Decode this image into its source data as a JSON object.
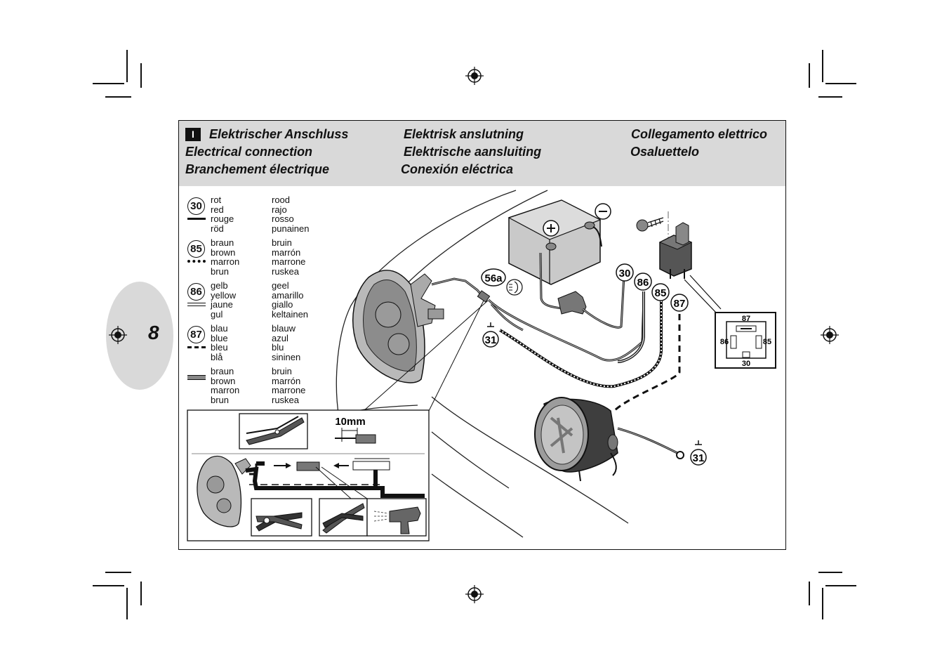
{
  "page": {
    "number": "8"
  },
  "header": {
    "badge": "I",
    "titles": [
      "Elektrischer Anschluss",
      "Elektrisk anslutning",
      "Collegamento elettrico",
      "Electrical connection",
      "Elektrische aansluiting",
      "Osaluettelo",
      "Branchement électrique",
      "Conexión eléctrica"
    ]
  },
  "legend": [
    {
      "terminal": "30",
      "line_style": "solid-black",
      "col_a": [
        "rot",
        "red",
        "rouge",
        "röd"
      ],
      "col_b": [
        "rood",
        "rajo",
        "rosso",
        "punainen"
      ]
    },
    {
      "terminal": "85",
      "line_style": "dotted-black",
      "col_a": [
        "braun",
        "brown",
        "marron",
        "brun"
      ],
      "col_b": [
        "bruin",
        "marrón",
        "marrone",
        "ruskea"
      ]
    },
    {
      "terminal": "86",
      "line_style": "double-thin",
      "col_a": [
        "gelb",
        "yellow",
        "jaune",
        "gul"
      ],
      "col_b": [
        "geel",
        "amarillo",
        "giallo",
        "keltainen"
      ]
    },
    {
      "terminal": "87",
      "line_style": "dashed-black",
      "col_a": [
        "blau",
        "blue",
        "bleu",
        "blå"
      ],
      "col_b": [
        "blauw",
        "azul",
        "blu",
        "sininen"
      ]
    },
    {
      "terminal": "",
      "line_style": "solid-grey",
      "col_a": [
        "braun",
        "brown",
        "marron",
        "brun"
      ],
      "col_b": [
        "bruin",
        "marrón",
        "marrone",
        "ruskea"
      ]
    }
  ],
  "diagram": {
    "terminals": {
      "t56a": "56a",
      "t30": "30",
      "t86": "86",
      "t85": "85",
      "t87": "87",
      "t31a": "31",
      "t31b": "31"
    },
    "relay_pins": {
      "p87": "87",
      "p86": "86",
      "p85": "85",
      "p30": "30"
    },
    "inset": {
      "strip_length": "10mm"
    },
    "battery": {
      "plus": "+",
      "minus": "−"
    },
    "icons": [
      "battery-icon",
      "relay-icon",
      "screw-icon",
      "headlight-icon",
      "fog-lamp-icon",
      "crimp-tool-icon",
      "wire-stripper-icon",
      "heat-gun-icon",
      "ground-symbol-icon",
      "low-beam-icon",
      "registration-mark-icon"
    ]
  }
}
